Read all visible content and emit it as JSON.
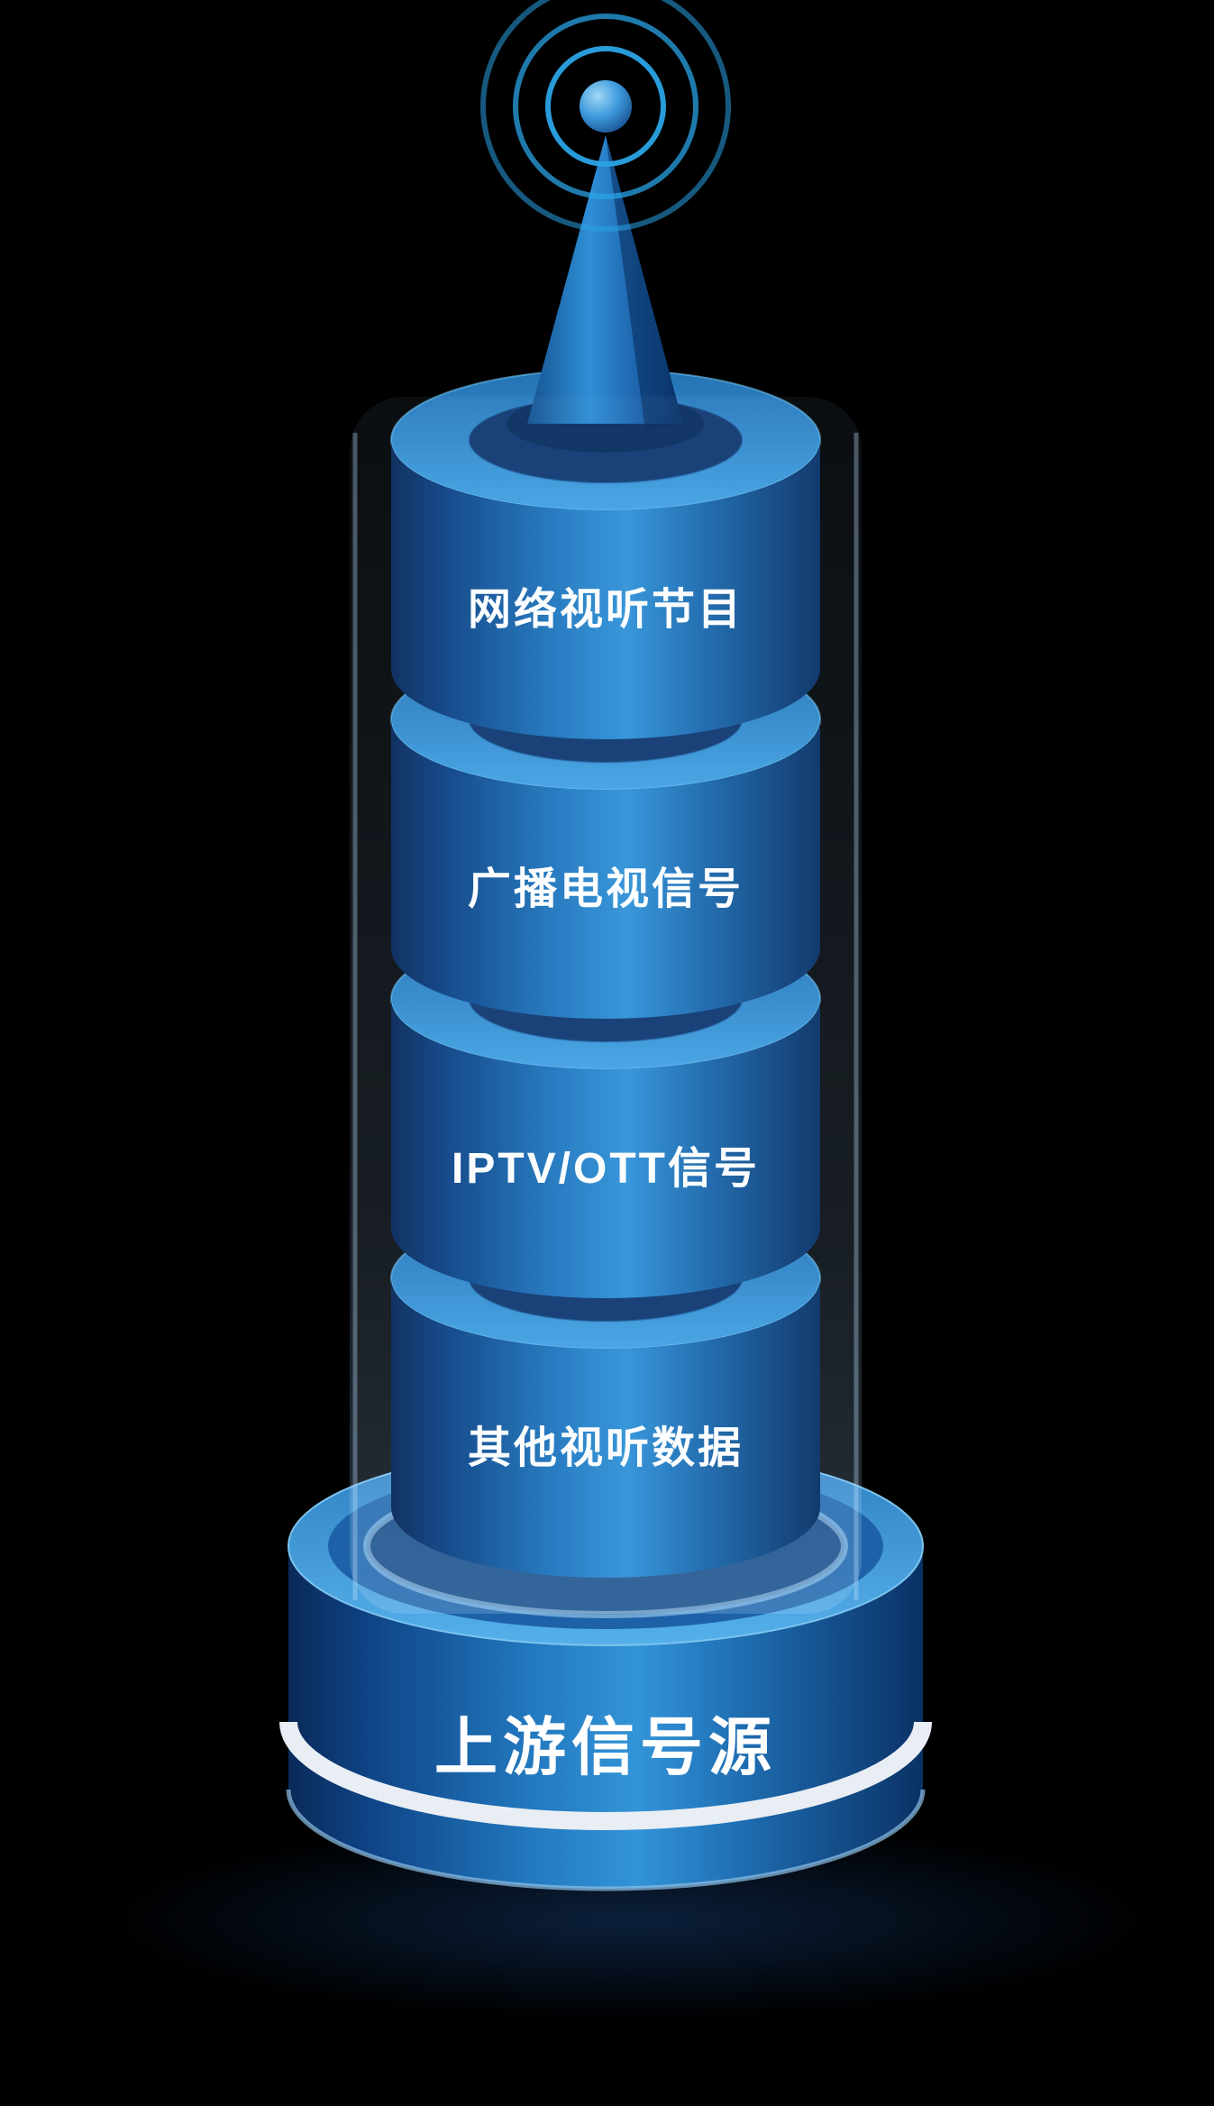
{
  "diagram": {
    "base_label": "上游信号源",
    "layers": [
      {
        "label": "网络视听节目"
      },
      {
        "label": "广播电视信号"
      },
      {
        "label": "IPTV/OTT信号"
      },
      {
        "label": "其他视听数据"
      }
    ],
    "icons": {
      "antenna": "antenna-icon",
      "signal_waves": "signal-ripples-icon"
    },
    "colors": {
      "background": "#000000",
      "cylinder_dark": "#0a2a58",
      "cylinder_light": "#3394d8",
      "top_surface": "#46a4e4",
      "recess": "#123a72",
      "signal_ring": "#2aa3e6",
      "band_white": "#e9eef4",
      "label_text": "#ffffff"
    }
  }
}
